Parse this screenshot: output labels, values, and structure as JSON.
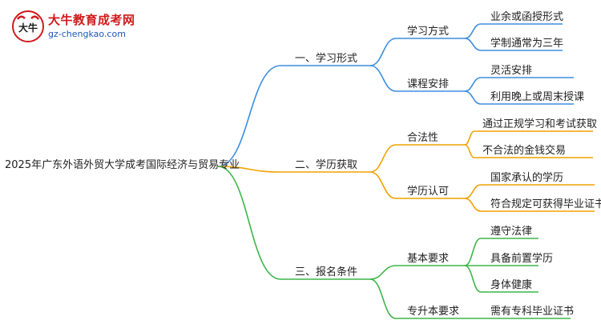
{
  "logo": {
    "name": "大牛教育成考网",
    "domain": "gz-chengkao.com",
    "badge_text": "大牛"
  },
  "root": {
    "label": "2025年广东外语外贸大学成考国际经济与贸易专业"
  },
  "branches": [
    {
      "label": "一、学习形式",
      "color": "#3b8de0",
      "children": [
        {
          "label": "学习方式",
          "leaves": [
            "业余或函授形式",
            "学制通常为三年"
          ]
        },
        {
          "label": "课程安排",
          "leaves": [
            "灵活安排",
            "利用晚上或周末授课"
          ]
        }
      ]
    },
    {
      "label": "二、学历获取",
      "color": "#f2a100",
      "children": [
        {
          "label": "合法性",
          "leaves": [
            "通过正规学习和考试获取",
            "不合法的金钱交易"
          ]
        },
        {
          "label": "学历认可",
          "leaves": [
            "国家承认的学历",
            "符合规定可获得毕业证书"
          ]
        }
      ]
    },
    {
      "label": "三、报名条件",
      "color": "#3cb64a",
      "children": [
        {
          "label": "基本要求",
          "leaves": [
            "遵守法律",
            "具备前置学历",
            "身体健康"
          ]
        },
        {
          "label": "专升本要求",
          "leaves": [
            "需有专科毕业证书"
          ]
        }
      ]
    }
  ]
}
